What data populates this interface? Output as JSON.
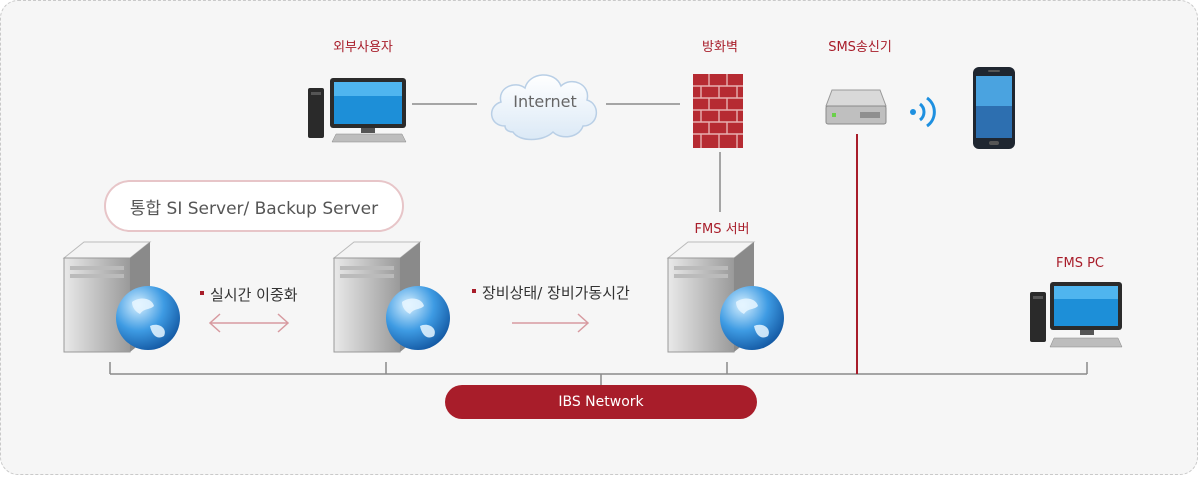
{
  "labels": {
    "external_user": "외부사용자",
    "firewall": "방화벽",
    "sms": "SMS송신기",
    "fms_server": "FMS 서버",
    "fms_pc": "FMS PC"
  },
  "internet": "Internet",
  "si_server_pill": "통합 SI Server/ Backup Server",
  "realtime": "실시간 이중화",
  "equipment_status": "장비상태/ 장비가동시간",
  "network": "IBS Network",
  "colors": {
    "accent": "#a81d2a",
    "connector": "#8a8a8a",
    "arrow": "#d79aa0"
  }
}
